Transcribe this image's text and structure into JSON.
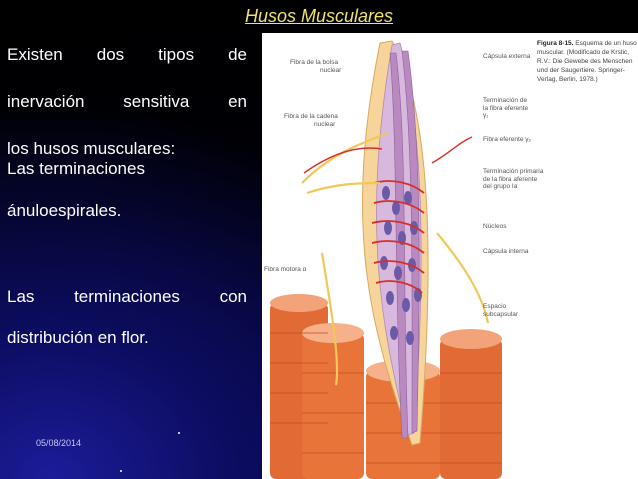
{
  "slide": {
    "title": "Husos Musculares",
    "date": "05/08/2014"
  },
  "text": {
    "para1": [
      "Existen dos tipos de",
      "inervación sensitiva en",
      "los husos musculares:"
    ],
    "para2": [
      "Las terminaciones",
      "ánuloespirales."
    ],
    "para3": [
      "Las terminaciones con",
      "distribución en flor."
    ]
  },
  "figure": {
    "labels": {
      "fibra_bolsa": [
        "Fibra de la bolsa",
        "nuclear"
      ],
      "fibra_cadena": [
        "Fibra de la cadena",
        "nuclear"
      ],
      "fibra_motora": "Fibra motora α",
      "capsula_externa": "Cápsula externa",
      "terminacion_eferente": [
        "Terminación de",
        "la fibra eferente",
        "γ₁"
      ],
      "fibra_eferente": "Fibra eferente γ₂",
      "terminacion_primaria": [
        "Terminación primaria",
        "de la fibra aferente",
        "del grupo Ia"
      ],
      "nucleos": "Núcleos",
      "capsula_interna": "Cápsula interna",
      "espacio": [
        "Espacio",
        "subcapsular"
      ]
    },
    "caption_bold": "Figura 8-15.",
    "caption_rest": "Esquema de un huso muscular. (Modificado de Krstic, R.V.: Die Gewebe des Menschen und der Saugertiere. Springer-Verlag, Berlin, 1978.)"
  },
  "colors": {
    "title": "#f0e26a",
    "muscle": "#e8743a",
    "capsule": "#f6d49a",
    "fiber": "#b98ac0",
    "nuclei": "#6a5aa8",
    "nerve": "#f2c75a"
  }
}
